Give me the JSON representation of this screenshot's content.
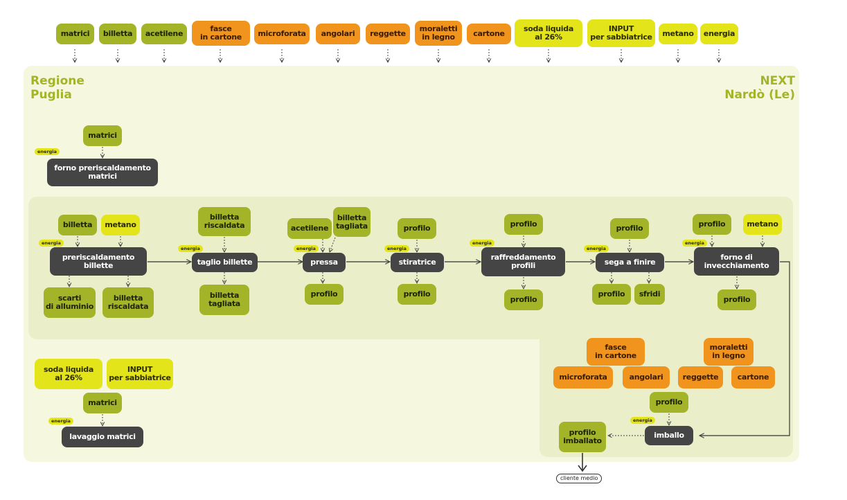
{
  "top_inputs": {
    "matrici": "matrici",
    "billetta": "billetta",
    "acetilene": "acetilene",
    "fasce": "fasce\nin cartone",
    "microforata": "microforata",
    "angolari": "angolari",
    "reggette": "reggette",
    "moraletti": "moraletti\nin legno",
    "cartone": "cartone",
    "soda": "soda liquida\nal 26%",
    "input_sabbiatrice": "INPUT\nper sabbiatrice",
    "metano": "metano",
    "energia": "energia"
  },
  "region": {
    "left": "Regione\nPuglia",
    "right": "NEXT\nNardò (Le)"
  },
  "energy_tag": "energia",
  "forno_matrici": {
    "input": "matrici",
    "process": "forno preriscaldamento\nmatrici"
  },
  "preriscaldamento": {
    "in1": "billetta",
    "in2": "metano",
    "process": "preriscaldamento\nbillette",
    "out1": "scarti\ndi alluminio",
    "out2": "billetta\nriscaldata"
  },
  "taglio": {
    "input": "billetta\nriscaldata",
    "process": "taglio billette",
    "output": "billetta\ntagliata"
  },
  "pressa": {
    "in1": "acetilene",
    "in2": "billetta\ntagliata",
    "process": "pressa",
    "output": "profilo"
  },
  "stiratrice": {
    "input": "profilo",
    "process": "stiratrice",
    "output": "profilo"
  },
  "raffreddamento": {
    "input": "profilo",
    "process": "raffreddamento\nprofili",
    "output": "profilo"
  },
  "sega": {
    "input": "profilo",
    "process": "sega a finire",
    "out1": "profilo",
    "out2": "sfridi"
  },
  "invecchiamento": {
    "in1": "profilo",
    "in2": "metano",
    "process": "forno di\ninvecchiamento",
    "output": "profilo"
  },
  "lavaggio": {
    "in1": "soda liquida\nal 26%",
    "in2": "INPUT\nper sabbiatrice",
    "input": "matrici",
    "process": "lavaggio matrici"
  },
  "imballo": {
    "packaging": {
      "fasce": "fasce\nin cartone",
      "moraletti": "moraletti\nin legno",
      "microforata": "microforata",
      "angolari": "angolari",
      "reggette": "reggette",
      "cartone": "cartone"
    },
    "input": "profilo",
    "process": "imballo",
    "output": "profilo\nimballato"
  },
  "client": "cliente medio",
  "colors": {
    "green": "#a3b428",
    "orange": "#f0941e",
    "yellow": "#e3e41a",
    "dark": "#454545",
    "region": "#f5f7df",
    "band": "#eaefc9"
  }
}
